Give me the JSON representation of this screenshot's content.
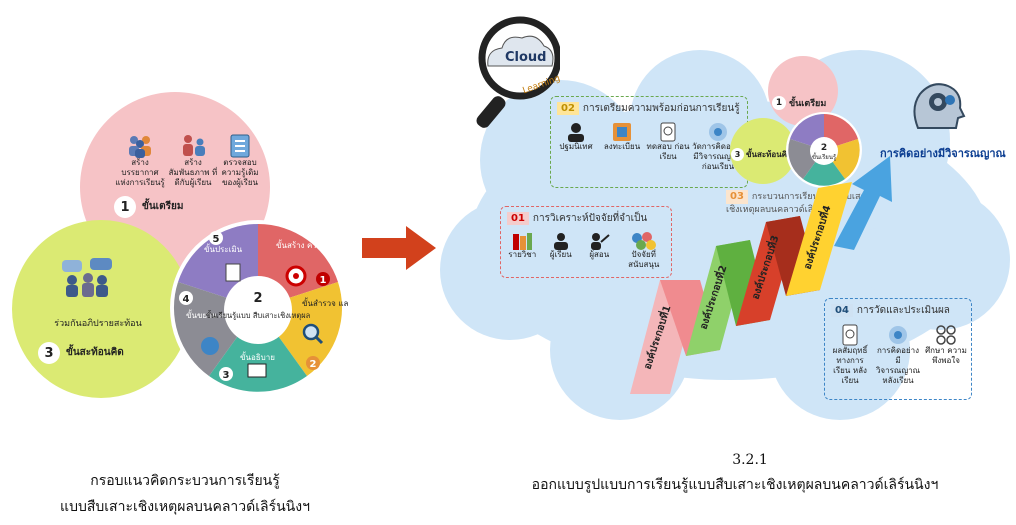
{
  "left": {
    "prep_circle": {
      "icons": [
        {
          "name": "people-group-icon",
          "label": "สร้างบรรยากาศ แห่งการเรียนรู้"
        },
        {
          "name": "teacher-student-icon",
          "label": "สร้างสัมพันธภาพ ที่ดีกับผู้เรียน"
        },
        {
          "name": "checklist-icon",
          "label": "ตรวจสอบ ความรู้เดิม ของผู้เรียน"
        }
      ],
      "number": "1",
      "title": "ขั้นเตรียม"
    },
    "reflect_circle": {
      "label": "ร่วมกันอภิปรายสะท้อน",
      "number": "3",
      "title": "ขั้นสะท้อนคิด"
    },
    "wheel": {
      "center_number": "2",
      "center_title": "ขั้นเรียนรู้แบบ สืบเสาะเชิงเหตุผล",
      "segments": [
        {
          "num": "1",
          "label": "ขั้นสร้าง ความสนใจ"
        },
        {
          "num": "2",
          "label": "ขั้นสำรวจ และค้นหา"
        },
        {
          "num": "3",
          "label": "ขั้นอธิบาย"
        },
        {
          "num": "4",
          "label": "ขั้นขยาย ความรู้"
        },
        {
          "num": "5",
          "label": "ขั้นประเมิน"
        }
      ]
    },
    "caption_line1": "กรอบแนวคิดกระบวนการเรียนรู้",
    "caption_line2": "แบบสืบเสาะเชิงเหตุผลบนคลาวด์เลิร์นนิงฯ"
  },
  "right": {
    "logo": {
      "word1": "Cloud",
      "word2": "Learning"
    },
    "box01": {
      "num": "01",
      "title": "การวิเคราะห์ปัจจัยที่จำเป็น",
      "items": [
        "รายวิชา",
        "ผู้เรียน",
        "ผู้สอน",
        "ปัจจัยที่สนับสนุน"
      ]
    },
    "box02": {
      "num": "02",
      "title": "การเตรียมความพร้อมก่อนการเรียนรู้",
      "items": [
        "ปฐมนิเทศ",
        "ลงทะเบียน",
        "ทดสอบ ก่อนเรียน",
        "วัดการคิดอย่าง มีวิจารณญาณ ก่อนเรียน"
      ]
    },
    "box03": {
      "num": "03",
      "title": "กระบวนการเรียนรู้แบบสืบเสาะ เชิงเหตุผลบนคลาวด์เลิร์นนิงฯ"
    },
    "box04": {
      "num": "04",
      "title": "การวัดและประเมินผล",
      "items": [
        "ผลสัมฤทธิ์ ทางการเรียน หลังเรียน",
        "การคิดอย่าง มีวิจารณญาณ หลังเรียน",
        "ศึกษา ความพึงพอใจ"
      ]
    },
    "mini_circles": {
      "prep": {
        "number": "1",
        "title": "ขั้นเตรียม"
      },
      "reflect": {
        "number": "3",
        "title": "ขั้นสะท้อนคิด"
      },
      "learn": {
        "number": "2",
        "title": "ขั้นเรียนรู้"
      }
    },
    "arrows": [
      "องค์ประกอบที่1",
      "องค์ประกอบที่2",
      "องค์ประกอบที่3",
      "องค์ประกอบที่4"
    ],
    "outcome": "การคิดอย่างมีวิจารณญาณ",
    "section_number": "3.2.1",
    "caption": "ออกแบบรูปแบบการเรียนรู้แบบสืบเสาะเชิงเหตุผลบนคลาวด์เลิร์นนิงฯ"
  },
  "colors": {
    "prep_pink": "#f6c3c6",
    "reflect_green": "#d7e96a",
    "cloud_blue": "#cfe5f7",
    "red_arrow": "#d2411c",
    "arrow_blue": "#4aa3e0"
  }
}
